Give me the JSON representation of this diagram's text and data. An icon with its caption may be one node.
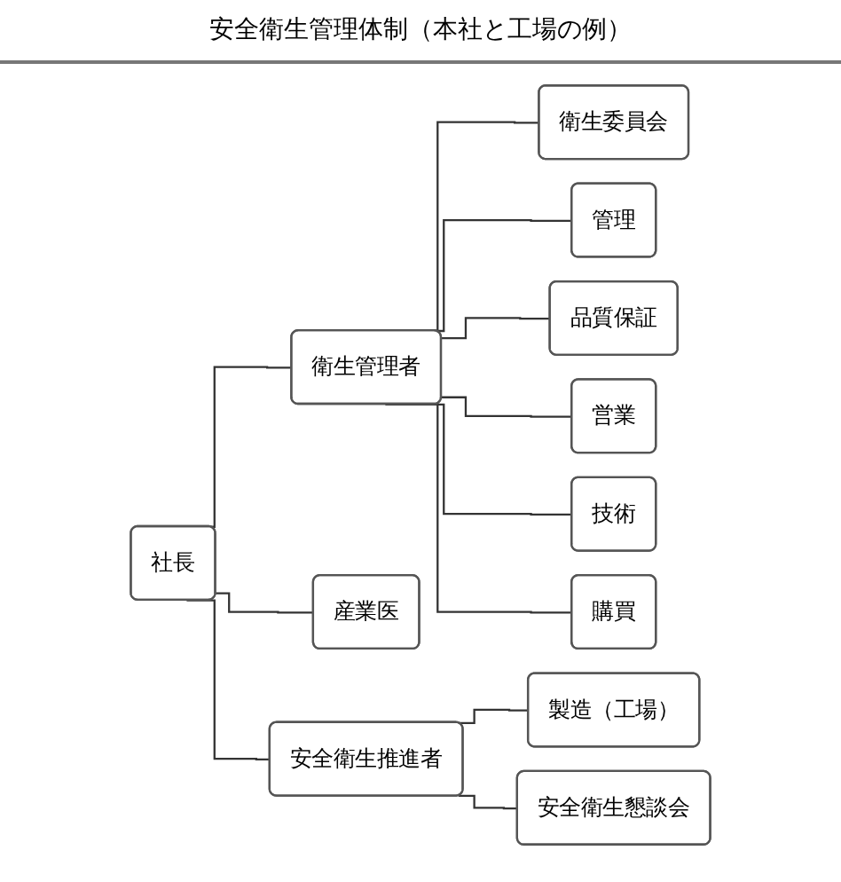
{
  "diagram": {
    "title": "安全衛生管理体制（本社と工場の例）",
    "nodes": [
      {
        "text": [
          "社長"
        ]
      },
      {
        "text": [
          "衛生管理者"
        ]
      },
      {
        "text": [
          "管理"
        ]
      },
      {
        "text": [
          "衛生委員会"
        ]
      },
      {
        "text": [
          "品質保証"
        ]
      },
      {
        "text": [
          "産業医"
        ]
      },
      {
        "text": [
          "営業"
        ]
      },
      {
        "text": [
          "技術"
        ]
      },
      {
        "text": [
          "購買"
        ]
      },
      {
        "text": [
          "安全衛生推進者"
        ]
      },
      {
        "text": [
          "製造（工場）"
        ]
      },
      {
        "text": [
          "安全衛生懇談会"
        ]
      }
    ],
    "edges": [
      {
        "from": 0,
        "to": 1,
        "arrow": "none"
      },
      {
        "from": 1,
        "to": 3,
        "arrow": "none"
      },
      {
        "from": 0,
        "to": 5,
        "arrow": "none"
      },
      {
        "from": 0,
        "to": 9,
        "arrow": "none"
      },
      {
        "from": 1,
        "to": 2,
        "arrow": "none"
      },
      {
        "from": 1,
        "to": 4,
        "arrow": "none"
      },
      {
        "from": 1,
        "to": 6,
        "arrow": "none"
      },
      {
        "from": 1,
        "to": 7,
        "arrow": "none"
      },
      {
        "from": 1,
        "to": 8,
        "arrow": "none"
      },
      {
        "from": 9,
        "to": 10,
        "arrow": "none"
      },
      {
        "from": 9,
        "to": 11,
        "arrow": "none"
      }
    ]
  }
}
